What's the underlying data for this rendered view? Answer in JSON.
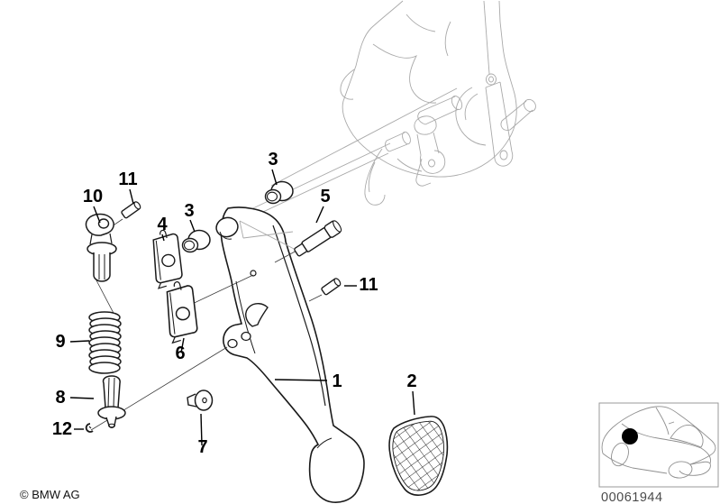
{
  "footer": {
    "copyright": "© BMW AG"
  },
  "thumbnail": {
    "part_number": "00061944",
    "marker_color": "#000000"
  },
  "callouts": {
    "c1": "1",
    "c2": "2",
    "c3_upper": "3",
    "c3_lower": "3",
    "c4": "4",
    "c5": "5",
    "c6": "6",
    "c7": "7",
    "c8": "8",
    "c9": "9",
    "c10": "10",
    "c11_upper": "11",
    "c11_lower": "11",
    "c12": "12"
  },
  "colors": {
    "part_line": "#1a1a1a",
    "reference_line": "#a9a9a9",
    "label_text": "#000000",
    "id_text": "#4a4a4a"
  }
}
